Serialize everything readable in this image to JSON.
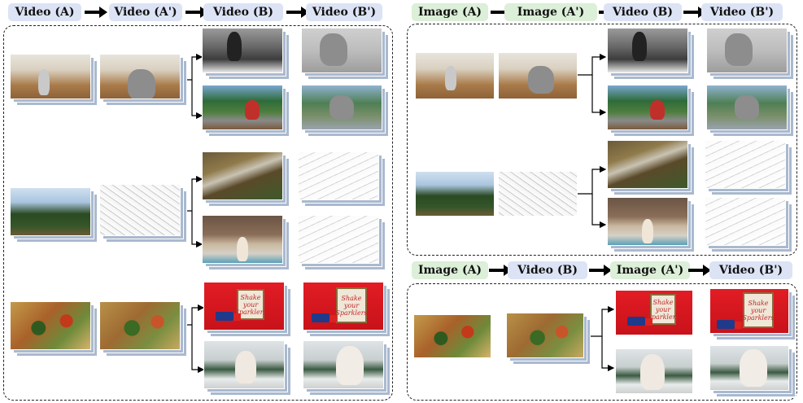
{
  "left_panel": {
    "header": [
      "Video (A)",
      "Video (A')",
      "Video (B)",
      "Video (B')"
    ]
  },
  "right_top_panel": {
    "header": [
      "Image (A)",
      "Image (A')",
      "Video (B)",
      "Video (B')"
    ]
  },
  "right_bottom_panel": {
    "header": [
      "Image (A)",
      "Video (B)",
      "Image (A')",
      "Video (B')"
    ]
  },
  "sign_text": "Shake your Sparklers",
  "colors": {
    "video_pill": "#dce3f5",
    "image_pill": "#dcefd8",
    "panel_border": "#222222"
  }
}
